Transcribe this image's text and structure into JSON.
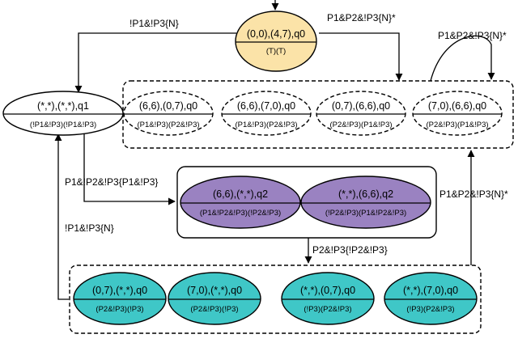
{
  "states": {
    "init": {
      "top": "(0,0),(4,7),q0",
      "bottom": "(T)(T)",
      "fill": "#fbe3a8"
    },
    "q1": {
      "top": "(*,*),(*,*),q1",
      "bottom": "(!P1&!P3)(!P1&!P3)",
      "fill": "#ffffff"
    },
    "a1": {
      "top": "(6,6),(0,7),q0",
      "bottom": "(P1&!P3)(P2&!P3)"
    },
    "a2": {
      "top": "(6,6),(7,0),q0",
      "bottom": "(P1&!P3)(P2&!P3)"
    },
    "a3": {
      "top": "(0,7),(6,6),q0",
      "bottom": "(P2&!P3)(P1&!P3)"
    },
    "a4": {
      "top": "(7,0),(6,6),q0",
      "bottom": "(P2&!P3)(P1&!P3)"
    },
    "p1": {
      "top": "(6,6),(*,*),q2",
      "bottom": "(P1&!P2&!P3)(!P2&!P3)",
      "fill": "#9a82c1"
    },
    "p2": {
      "top": "(*,*),(6,6),q2",
      "bottom": "(!P2&!P3)(P1&!P2&!P3)",
      "fill": "#9a82c1"
    },
    "c1": {
      "top": "(0,7),(*,*),q0",
      "bottom": "(P2&!P3)(!P3)",
      "fill": "#3fc7c7"
    },
    "c2": {
      "top": "(7,0),(*,*),q0",
      "bottom": "(P2&!P3)(!P3)",
      "fill": "#3fc7c7"
    },
    "c3": {
      "top": "(*,*),(0,7),q0",
      "bottom": "(!P3)(P2&!P3)",
      "fill": "#3fc7c7"
    },
    "c4": {
      "top": "(*,*),(7,0),q0",
      "bottom": "(!P3)(P2&!P3)",
      "fill": "#3fc7c7"
    }
  },
  "edges": {
    "init_to_q1": "!P1&!P3{N}",
    "init_to_dashed": "P1&P2&!P3{N}*",
    "dashed_self": "P1&P2&!P3{N}*",
    "q1_to_purple": "P1&!P2&!P3{P1&!P3}",
    "cyan_to_q1": "!P1&!P3{N}",
    "purple_to_cyan": "P2&!P3{!P2&!P3}",
    "cyan_to_dashed": "P1&P2&!P3{N}*"
  },
  "colors": {
    "stroke": "#000000",
    "init": "#fbe3a8",
    "purple": "#9a82c1",
    "cyan": "#3fc7c7"
  }
}
